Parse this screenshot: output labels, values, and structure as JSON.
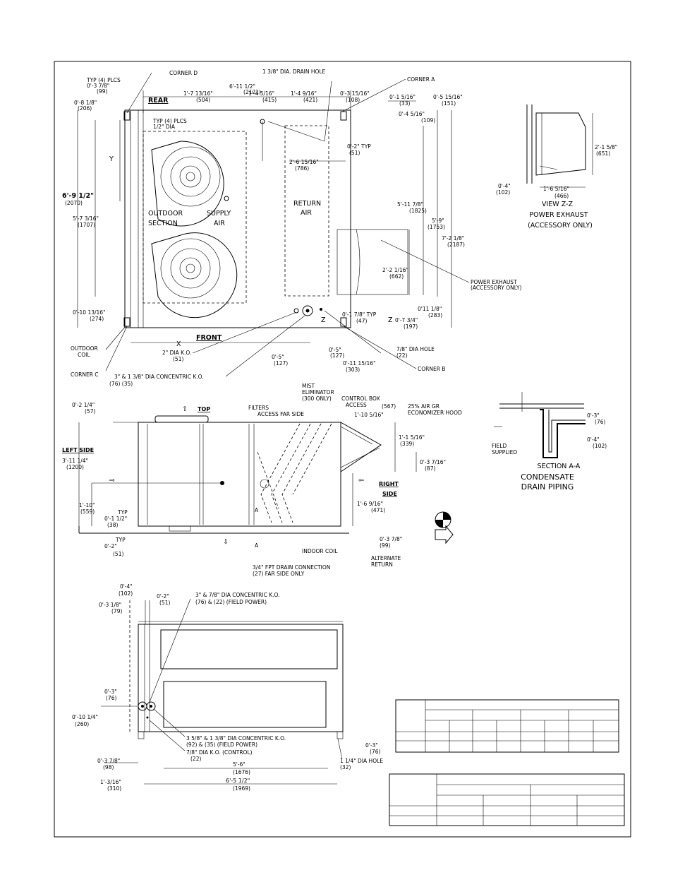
{
  "plan": {
    "corner_d": "CORNER D",
    "corner_a": "CORNER A",
    "corner_b": "CORNER B",
    "corner_c": "CORNER C",
    "drain_hole": "1 3/8\" DIA. DRAIN HOLE",
    "typ4_a": "TYP (4) PLCS",
    "typ4_b": "0'-3 7/8\"",
    "typ4_c": "(99)",
    "typ4_half_a": "TYP (4) PLCS",
    "typ4_half_b": "1/2\" DIA",
    "rear": "REAR",
    "front": "FRONT",
    "outdoor_section_a": "OUTDOOR",
    "outdoor_section_b": "SECTION",
    "supply_a": "SUPPLY",
    "supply_b": "AIR",
    "return_a": "RETURN",
    "return_b": "AIR",
    "y_label": "Y",
    "x_label": "X",
    "z_label": "Z",
    "z_label2": "Z",
    "power_exhaust_a": "POWER EXHAUST",
    "power_exhaust_b": "(ACCESSORY ONLY)",
    "outdoor_coil_a": "OUTDOOR",
    "outdoor_coil_b": "COIL",
    "ko_2in": "2\" DIA K.O.",
    "ko_2in_mm": "(51)",
    "ko_concentric": "3\" & 1 3/8\" DIA CONCENTRIC K.O.",
    "ko_concentric_mm": "(76)       (35)",
    "hole_7_8": "7/8\" DIA HOLE",
    "hole_7_8_mm": "(22)",
    "d_6_11_half": "6'-11 1/2\"",
    "d_6_11_half_mm": "(2121)",
    "d_1_7": "1'-7 13/16\"",
    "d_1_7_mm": "(504)",
    "d_1_4a": "1'-4 5/16\"",
    "d_1_4a_mm": "(415)",
    "d_1_4b": "1'-4 9/16\"",
    "d_1_4b_mm": "(421)",
    "d_0_3": "0'-3 15/16\"",
    "d_0_3_mm": "(108)",
    "d_0_1": "0'-1 5/16\"",
    "d_0_1_mm": "(33)",
    "d_0_5": "0'-5 15/16\"",
    "d_0_5_mm": "(151)",
    "d_0_4": "0'-4 5/16\"",
    "d_0_4_mm": "(109)",
    "d_0_8": "0'-8 1/8\"",
    "d_0_8_mm": "(206)",
    "d_0_2typ": "0'-2\" TYP",
    "d_0_2typ_mm": "(51)",
    "d_2_6": "2'-6 15/16\"",
    "d_2_6_mm": "(786)",
    "d_6_9": "6'-9 1/2\"",
    "d_6_9_mm": "(2070)",
    "d_5_7": "5'-7 3/16\"",
    "d_5_7_mm": "(1707)",
    "d_5_11": "5'-11 7/8\"",
    "d_5_11_mm": "(1825)",
    "d_5_9": "5'-9\"",
    "d_5_9_mm": "(1753)",
    "d_7_2": "7'-2 1/8\"",
    "d_7_2_mm": "(2187)",
    "d_2_2": "2'-2 1/16\"",
    "d_2_2_mm": "(662)",
    "d_0_10": "0'-10 13/16\"",
    "d_0_10_mm": "(274)",
    "d_0_11": "0'11 1/8\"",
    "d_0_11_mm": "(283)",
    "d_0_1_7": "0'-1 7/8\" TYP",
    "d_0_1_7_mm": "(47)",
    "d_0_7": "0'-7 3/4\"",
    "d_0_7_mm": "(197)",
    "d_0_5b": "0'-5\"",
    "d_0_5b_mm": "(127)",
    "d_0_5c": "0'-5\"",
    "d_0_5c_mm": "(127)",
    "d_0_11b": "0'-11 15/16\"",
    "d_0_11b_mm": "(303)"
  },
  "viewzz": {
    "title": "VIEW Z-Z",
    "sub_a": "POWER EXHAUST",
    "sub_b": "(ACCESSORY ONLY)",
    "d_2_1": "2'-1 5/8\"",
    "d_2_1_mm": "(651)",
    "d_0_4": "0'-4\"",
    "d_0_4_mm": "(102)",
    "d_1_6": "1'-6 5/16\"",
    "d_1_6_mm": "(466)"
  },
  "side": {
    "top": "TOP",
    "left_side": "LEFT SIDE",
    "right_side_a": "RIGHT",
    "right_side_b": "SIDE",
    "filters_a": "FILTERS",
    "filters_b": "ACCESS FAR SIDE",
    "mist_a": "MIST",
    "mist_b": "ELIMINATOR",
    "mist_c": "(300 ONLY)",
    "ctrl_a": "CONTROL BOX",
    "ctrl_b": "ACCESS",
    "econ_a": "25% AIR GR",
    "econ_b": "ECONOMIZER HOOD",
    "indoor_coil": "INDOOR COIL",
    "alt_return_a": "ALTERNATE",
    "alt_return_b": "RETURN",
    "drain_a": "3/4\" FPT DRAIN CONNECTION",
    "drain_b": "(27)   FAR SIDE ONLY",
    "a_mark": "A",
    "a_mark2": "A",
    "d_0_2": "0'-2 1/4\"",
    "d_0_2_mm": "(57)",
    "d_3_11": "3'-11 1/4\"",
    "d_3_11_mm": "(1200)",
    "d_1_10": "1'-10\"",
    "d_1_10_mm": "(559)",
    "d_typ": "TYP",
    "d_0_1": "0'-1 1/2\"",
    "d_0_1_mm": "(38)",
    "d_typ2": "TYP",
    "d_0_2b": "0'-2\"",
    "d_0_2b_mm": "(51)",
    "d_1_10b": "1'-10 5/16\"",
    "d_1_10b_mm": "(567)",
    "d_1_1": "1'-1 5/16\"",
    "d_1_1_mm": "(339)",
    "d_0_3": "0'-3 7/16\"",
    "d_0_3_mm": "(87)",
    "d_1_6": "1'-6 9/16\"",
    "d_1_6_mm": "(471)",
    "d_0_3b": "0'-3 7/8\"",
    "d_0_3b_mm": "(99)"
  },
  "section": {
    "title": "SECTION A-A",
    "field_a": "FIELD",
    "field_b": "SUPPLIED",
    "cond_a": "CONDENSATE",
    "cond_b": "DRAIN PIPING",
    "d_0_3": "0'-3\"",
    "d_0_3_mm": "(76)",
    "d_0_4": "0'-4\"",
    "d_0_4_mm": "(102)"
  },
  "front": {
    "ko_top_a": "3\" & 7/8\" DIA CONCENTRIC K.O.",
    "ko_top_b": "(76) & (22)  (FIELD POWER)",
    "ko_bot_a": "3 5/8\" & 1 3/8\" DIA CONCENTRIC K.O.",
    "ko_bot_b": "(92) & (35)  (FIELD POWER)",
    "ko_ctrl_a": "7/8\" DIA K.O. (CONTROL)",
    "ko_ctrl_b": "(22)",
    "hole_a": "1 1/4\" DIA HOLE",
    "hole_b": "(32)",
    "d_0_4": "0'-4\"",
    "d_0_4_mm": "(102)",
    "d_0_2": "0'-2\"",
    "d_0_2_mm": "(51)",
    "d_0_3": "0'-3 1/8\"",
    "d_0_3_mm": "(79)",
    "d_0_3b": "0'-3\"",
    "d_0_3b_mm": "(76)",
    "d_0_10": "0'-10 1/4\"",
    "d_0_10_mm": "(260)",
    "d_0_3c": "0'-3 7/8\"",
    "d_0_3c_mm": "(98)",
    "d_1_3": "1'-3/16\"",
    "d_1_3_mm": "(310)",
    "d_5_6": "5'-6\"",
    "d_5_6_mm": "(1676)",
    "d_6_5": "6'-5 1/2\"",
    "d_6_5_mm": "(1969)",
    "d_0_3d": "0'-3\"",
    "d_0_3d_mm": "(76)"
  }
}
